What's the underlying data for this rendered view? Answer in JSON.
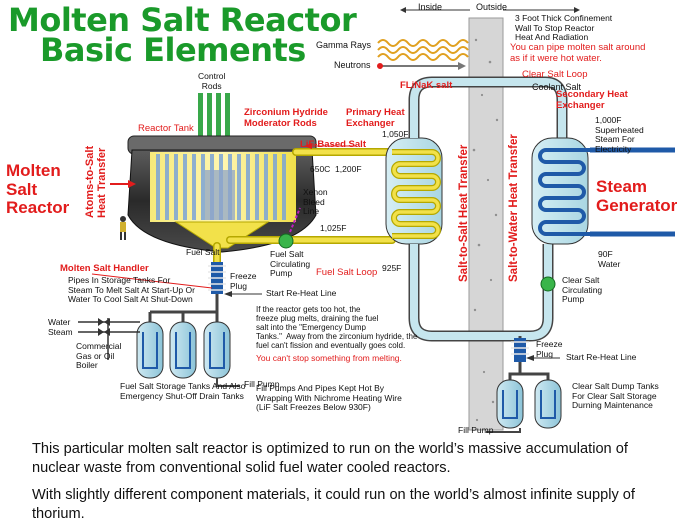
{
  "title": {
    "line1": "Molten Salt Reactor",
    "line2": "Basic Elements"
  },
  "labels": {
    "inside": "Inside",
    "outside": "Outside",
    "confinement_wall": "3 Foot Thick Confinement\nWall To Stop Reactor\nHeat And Radiation",
    "pipe_note": "You can pipe molten salt around\nas if it were hot water.",
    "gamma_rays": "Gamma Rays",
    "neutrons": "Neutrons",
    "flinak_salt": "FLiNaK salt",
    "clear_salt_loop": "Clear Salt Loop",
    "coolant_salt": "Coolant Salt",
    "control_rods": "Control\nRods",
    "zirconium_rods": "Zirconium Hydride\nModerator Rods",
    "reactor_tank": "Reactor Tank",
    "primary_hx": "Primary Heat\nExchanger",
    "secondary_hx": "Secondary Heat\nExchanger",
    "temp_1050": "1,050F",
    "superheated_steam": "1,000F\nSuperheated\nSteam For\nElectricity",
    "lif_salt": "LiF-Based Salt",
    "temp_650_1200": "650C  1,200F",
    "molten_salt_reactor": "Molten\nSalt\nReactor",
    "atoms_to_salt": "Atoms-to-Salt\nHeat Transfer",
    "xenon": "Xenon\nBleed\nLine",
    "temp_1025": "1,025F",
    "salt_to_salt": "Salt-to-Salt Heat Transfer",
    "salt_to_water": "Salt-to-Water Heat Transfer",
    "steam_generator": "Steam\nGenerator",
    "fuel_salt": "Fuel Salt",
    "fuel_circ_pump": "Fuel Salt\nCirculating\nPump",
    "fuel_salt_loop": "Fuel Salt Loop",
    "temp_925": "925F",
    "water_90f": "90F\nWater",
    "molten_salt_handler": "Molten Salt Handler",
    "handler_desc": "Pipes In Storage Tanks For\nSteam To Melt Salt At Start-Up Or\nWater To Cool Salt At Shut-Down",
    "freeze_plug": "Freeze\nPlug",
    "start_reheat": "Start Re-Heat Line",
    "clear_circ_pump": "Clear Salt\nCirculating\nPump",
    "reactor_hot_note": "If the reactor gets too hot, the\nfreeze plug melts, draining the fuel\nsalt into the \"Emergency Dump\nTanks.\"  Away from the zirconium hydride, the\nfuel can't fission and eventually goes cold.",
    "cant_stop": "You can't stop something from melting.",
    "water": "Water",
    "steam": "Steam",
    "boiler": "Commercial\nGas or Oil\nBoiler",
    "fill_pump_left": "Fill Pump",
    "freeze_plug_right": "Freeze\nPlug",
    "start_reheat_right": "Start Re-Heat Line",
    "storage_tanks": "Fuel Salt Storage Tanks And Also\nEmergency Shut-Off Drain Tanks",
    "fill_pumps_note": "Fill Pumps And Pipes Kept Hot By\nWrapping With Nichrome Heating Wire\n(LiF Salt Freezes Below 930F)",
    "clear_dump_tanks": "Clear Salt Dump Tanks\nFor Clear Salt Storage\nDurning Maintenance",
    "fill_pump_right": "Fill Pump"
  },
  "footer": {
    "p1": "This particular molten salt reactor is optimized to run on the world’s massive accumulation of nuclear waste from conventional solid fuel water cooled reactors.",
    "p2": "With slightly different component materials, it could run on the world’s almost infinite supply of thorium."
  },
  "colors": {
    "title_green": "#1a9a2a",
    "label_red": "#e21c1c",
    "fuel_salt": "#f2e14a",
    "fuel_salt_dark": "#b5a800",
    "coolant_salt": "#c6e6ee",
    "steam_water": "#1f5aa8",
    "tank_dark": "#3a3a3a",
    "pump_green": "#39b54a",
    "concrete": "#d8d8d8"
  }
}
